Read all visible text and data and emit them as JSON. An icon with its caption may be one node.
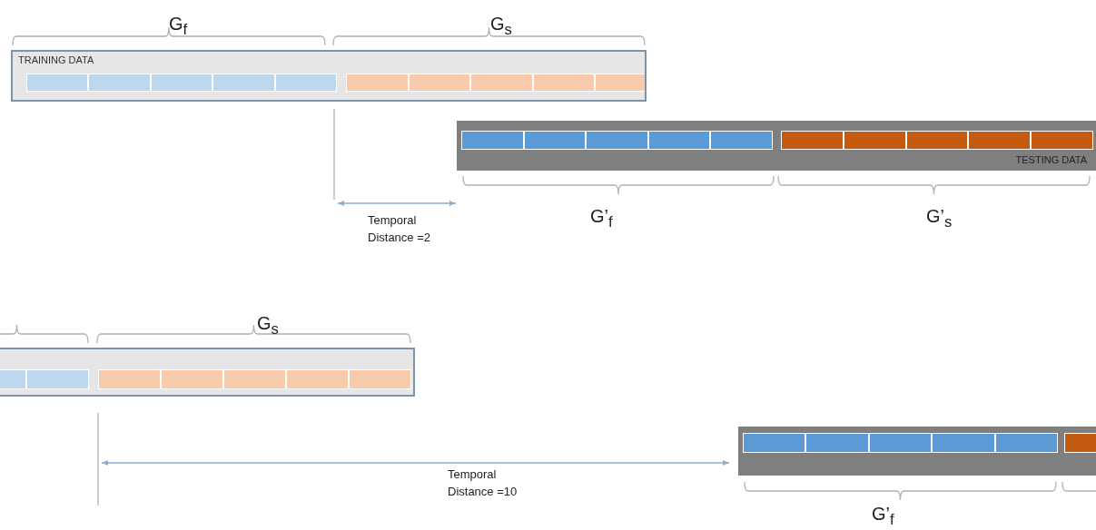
{
  "diagram": {
    "nodes": [
      {
        "text": [
          "TRAINING DATA"
        ]
      },
      {
        "text": [
          "TESTING DATA"
        ]
      },
      {
        "text": [],
        "shape": "bar"
      },
      {
        "text": [],
        "shape": "bar"
      }
    ],
    "labels": [
      "G$_{f}$",
      "G$_{s}$",
      "G’$_{f}$",
      "G’$_{s}$",
      "Temporal Distance =2",
      "G$_{s}$",
      "Temporal Distance =10",
      "G’$_{f}$"
    ]
  }
}
